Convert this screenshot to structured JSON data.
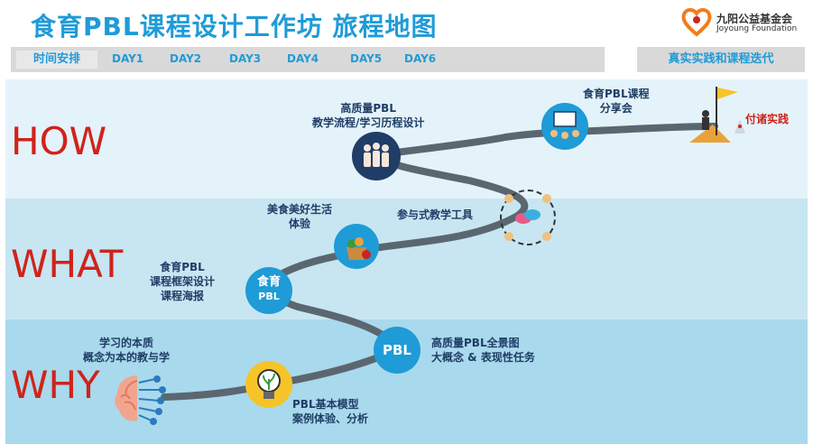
{
  "title": "食育PBL课程设计工作坊 旅程地图",
  "logo": {
    "cn": "九阳公益基金会",
    "en": "Joyoung Foundation"
  },
  "timebar": {
    "label": "时间安排",
    "days": [
      "DAY1",
      "DAY2",
      "DAY3",
      "DAY4",
      "DAY5",
      "DAY6"
    ]
  },
  "right_label": "真实实践和课程迭代",
  "sections": {
    "how": "HOW",
    "what": "WHAT",
    "why": "WHY"
  },
  "nodes": {
    "brain": {
      "icon": "brain-icon",
      "label_lines": [
        "学习的本质",
        "概念为本的教与学"
      ]
    },
    "bulb": {
      "icon": "lightbulb-icon",
      "label_lines": [
        "PBL基本模型",
        "案例体验、分析"
      ]
    },
    "pbl": {
      "text": "PBL",
      "label_lines": [
        "高质量PBL全景图",
        "大概念 & 表现性任务"
      ]
    },
    "food": {
      "text_lines": [
        "食育",
        "PBL"
      ],
      "label_lines": [
        "食育PBL",
        "课程框架设计",
        "课程海报"
      ]
    },
    "basket": {
      "icon": "vegetable-basket-icon",
      "label_lines": [
        "美食美好生活",
        "体验"
      ]
    },
    "tools": {
      "icon": "chat-people-icon",
      "label_lines": [
        "参与式教学工具"
      ]
    },
    "people": {
      "icon": "people-icon",
      "label_lines": [
        "高质量PBL",
        "教学流程/学习历程设计"
      ]
    },
    "share": {
      "icon": "presentation-icon",
      "label_lines": [
        "食育PBL课程",
        "分享会"
      ]
    },
    "goal": {
      "icon": "flag-rocket-icon",
      "label_lines": [
        "付诸实践"
      ]
    }
  },
  "colors": {
    "title": "#1f9bd7",
    "section": "#d0231b",
    "road": "#5b6770",
    "node": "#1f9bd7",
    "node_dark": "#1f3d66"
  }
}
